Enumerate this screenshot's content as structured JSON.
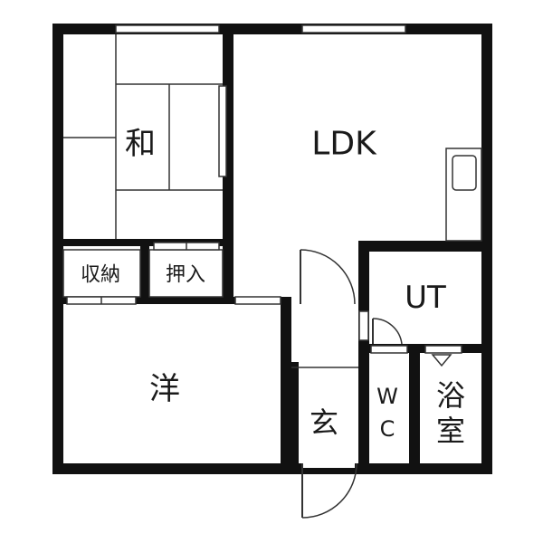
{
  "colors": {
    "wall": "#111111",
    "line": "#333333",
    "background": "#ffffff"
  },
  "rooms": {
    "washitsu": "和",
    "ldk": "LDK",
    "shuno": "収納",
    "oshiire": "押入",
    "ut": "UT",
    "yo": "洋",
    "genkan": "玄",
    "wc_w": "W",
    "wc_c": "C",
    "bath_1": "浴",
    "bath_2": "室"
  }
}
